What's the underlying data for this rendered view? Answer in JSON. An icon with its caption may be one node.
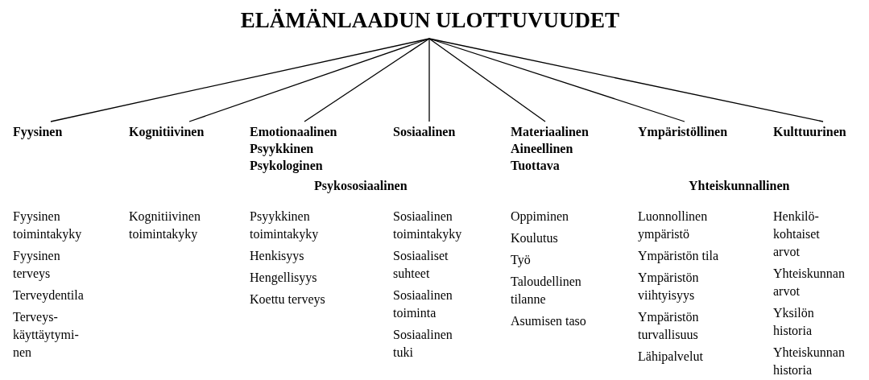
{
  "diagram": {
    "nodes": [
      {
        "text": [
          "ELÄMÄNLAADUN ULOTTUVUUDET"
        ]
      },
      {
        "text": [
          "Fyysinen"
        ]
      },
      {
        "text": [
          "Kognitiivinen"
        ]
      },
      {
        "text": [
          "Emotionaalinen",
          "Psyykkinen",
          "Psykologinen"
        ]
      },
      {
        "text": [
          "Sosiaalinen"
        ]
      },
      {
        "text": [
          "Materiaalinen",
          "Aineellinen",
          "Tuottava"
        ]
      },
      {
        "text": [
          "Ympäristöllinen"
        ]
      },
      {
        "text": [
          "Kulttuurinen"
        ]
      }
    ],
    "edges": [
      {
        "from": 0,
        "to": 1,
        "arrow": "none"
      },
      {
        "from": 0,
        "to": 2,
        "arrow": "none"
      },
      {
        "from": 0,
        "to": 3,
        "arrow": "none"
      },
      {
        "from": 0,
        "to": 4,
        "arrow": "none"
      },
      {
        "from": 0,
        "to": 5,
        "arrow": "none"
      },
      {
        "from": 0,
        "to": 6,
        "arrow": "none"
      },
      {
        "from": 0,
        "to": 7,
        "arrow": "none"
      }
    ],
    "labels": [
      "Psykososiaalinen",
      "Yhteiskunnallinen",
      "Fyysinen toimintakyky",
      "Fyysinen terveys",
      "Terveydentila",
      "Terveys- käyttäytymi- nen",
      "Kognitiivinen toimintakyky",
      "Psyykkinen toimintakyky",
      "Henkisyys",
      "Hengellisyys",
      "Koettu terveys",
      "Sosiaalinen toimintakyky",
      "Sosiaaliset suhteet",
      "Sosiaalinen toiminta",
      "Sosiaalinen tuki",
      "Oppiminen",
      "Koulutus",
      "Työ",
      "Taloudellinen tilanne",
      "Asumisen taso",
      "Luonnollinen ympäristö",
      "Ympäristön tila",
      "Ympäristön viihtyisyys",
      "Ympäristön turvallisuus",
      "Lähipalvelut",
      "Henkilö- kohtaiset arvot",
      "Yhteiskunnan arvot",
      "Yksilön historia",
      "Yhteiskunnan historia"
    ]
  }
}
